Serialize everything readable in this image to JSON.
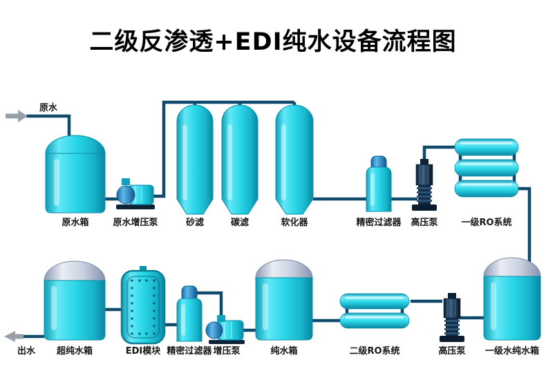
{
  "title": "二级反渗透+EDI纯水设备流程图",
  "flow_labels": {
    "inlet": "原水",
    "outlet": "出水"
  },
  "components": {
    "raw_tank": "原水箱",
    "raw_booster_pump": "原水增压泵",
    "sand_filter": "砂滤",
    "carbon_filter": "碳滤",
    "softener": "软化器",
    "precision_filter_stage1": "精密过滤器",
    "high_pressure_pump_stage1": "高压泵",
    "ro_system_stage1": "一级RO系统",
    "ultrapure_tank": "超纯水箱",
    "edi_module": "EDI模块",
    "precision_filter_stage2": "精密过滤器",
    "booster_pump_stage2": "增压泵",
    "pure_water_tank": "纯水箱",
    "ro_system_stage2": "二级RO系统",
    "high_pressure_pump_stage2": "高压泵",
    "stage1_pure_water_tank": "一级水纯水箱"
  },
  "colors": {
    "equipment_cyan": "#2bd7e9",
    "pipe": "#0f4a6b",
    "dome_gray": "#c7cfdf",
    "pump_dark": "#132c47",
    "cap_blue": "#2e8fc8",
    "title_text": "#000000",
    "label_text": "#151515",
    "arrow_gray": "#98a0aa",
    "background": "#ffffff"
  }
}
